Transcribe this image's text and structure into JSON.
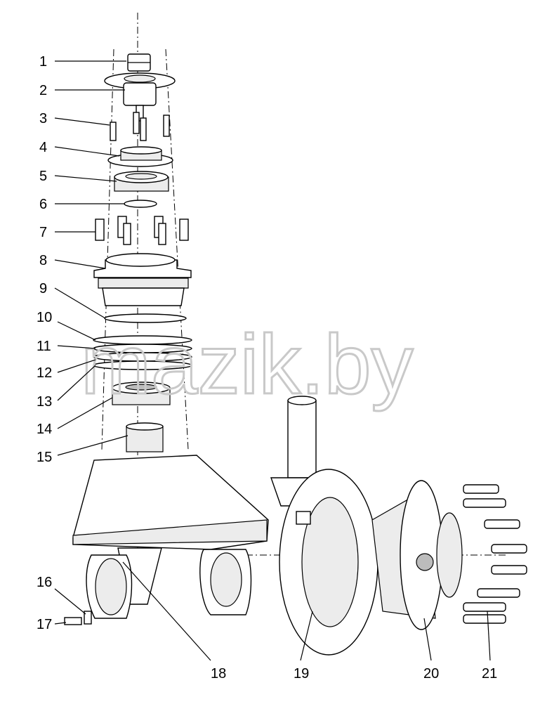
{
  "watermark": "mazik.by",
  "callouts": {
    "c1": "1",
    "c2": "2",
    "c3": "3",
    "c4": "4",
    "c5": "5",
    "c6": "6",
    "c7": "7",
    "c8": "8",
    "c9": "9",
    "c10": "10",
    "c11": "11",
    "c12": "12",
    "c13": "13",
    "c14": "14",
    "c15": "15",
    "c16": "16",
    "c17": "17",
    "c18": "18",
    "c19": "19",
    "c20": "20",
    "c21": "21"
  }
}
